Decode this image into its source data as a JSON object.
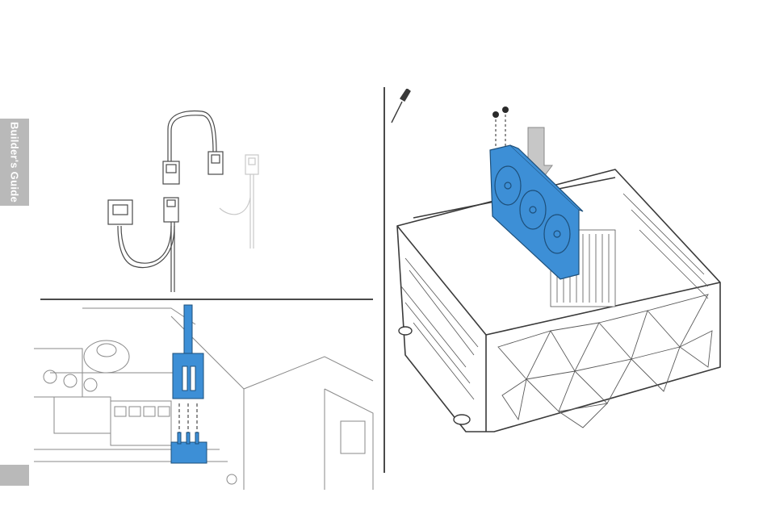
{
  "side_tab": {
    "label": "Builder's Guide",
    "color": "#b9b9b9"
  },
  "colors": {
    "accent": "#3d8fd6",
    "line": "#4a4a4a",
    "light_line": "#c8c8c8"
  },
  "illustrations": [
    {
      "icon": "fan-splitter-cable-illustration"
    },
    {
      "icon": "fan-header-connection-illustration"
    },
    {
      "icon": "gpu-installation-illustration",
      "tool_icon": "screwdriver-icon"
    }
  ]
}
